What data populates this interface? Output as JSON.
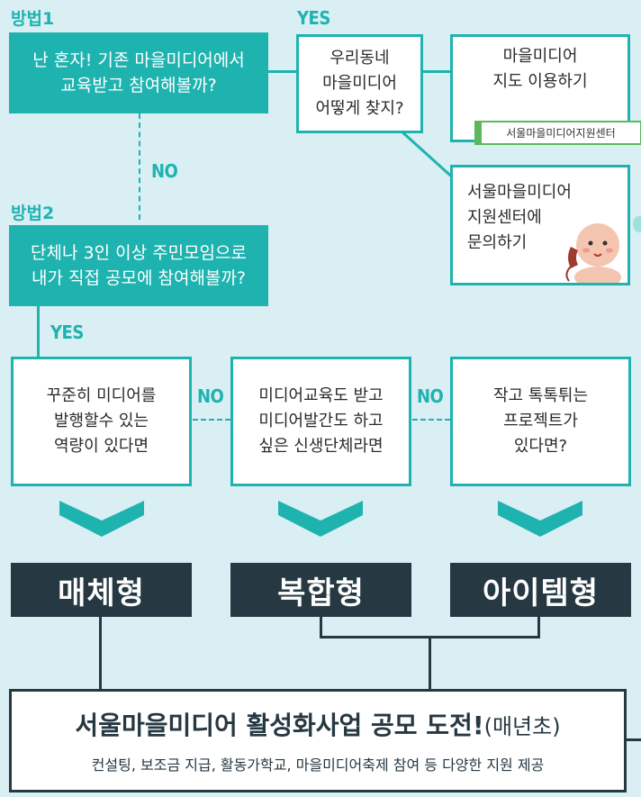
{
  "labels": {
    "method1": "방법1",
    "method2": "방법2",
    "yes_top": "YES",
    "no_mid": "NO",
    "yes_left": "YES",
    "no_1": "NO",
    "no_2": "NO"
  },
  "boxes": {
    "method1_question": "난 혼자! 기존 마을미디어에서\n교육받고 참여해볼까?",
    "find_media": "우리동네\n마을미디어\n어떻게 찾지?",
    "use_map": "마을미디어\n지도 이용하기",
    "center_badge": "서울마을미디어지원센터",
    "contact_center": "서울마을미디어\n지원센터에\n문의하기",
    "method2_question": "단체나 3인 이상 주민모임으로\n내가 직접 공모에 참여해볼까?",
    "option1": "꾸준히 미디어를\n발행할수 있는\n역량이 있다면",
    "option2": "미디어교육도 받고\n미디어발간도 하고\n싶은 신생단체라면",
    "option3": "작고 톡톡튀는\n프로젝트가\n있다면?"
  },
  "types": [
    "매체형",
    "복합형",
    "아이템형"
  ],
  "footer": {
    "title": "서울마을미디어 활성화사업 공모 도전!",
    "title_suffix": "(매년초)",
    "subtitle": "컨설팅, 보조금 지급, 활동가학교, 마을미디어축제 참여 등 다양한 지원 제공"
  },
  "colors": {
    "teal": "#1fb3b0",
    "dark": "#263842",
    "background": "#d9eff3",
    "badge_green": "#5cb85c"
  }
}
